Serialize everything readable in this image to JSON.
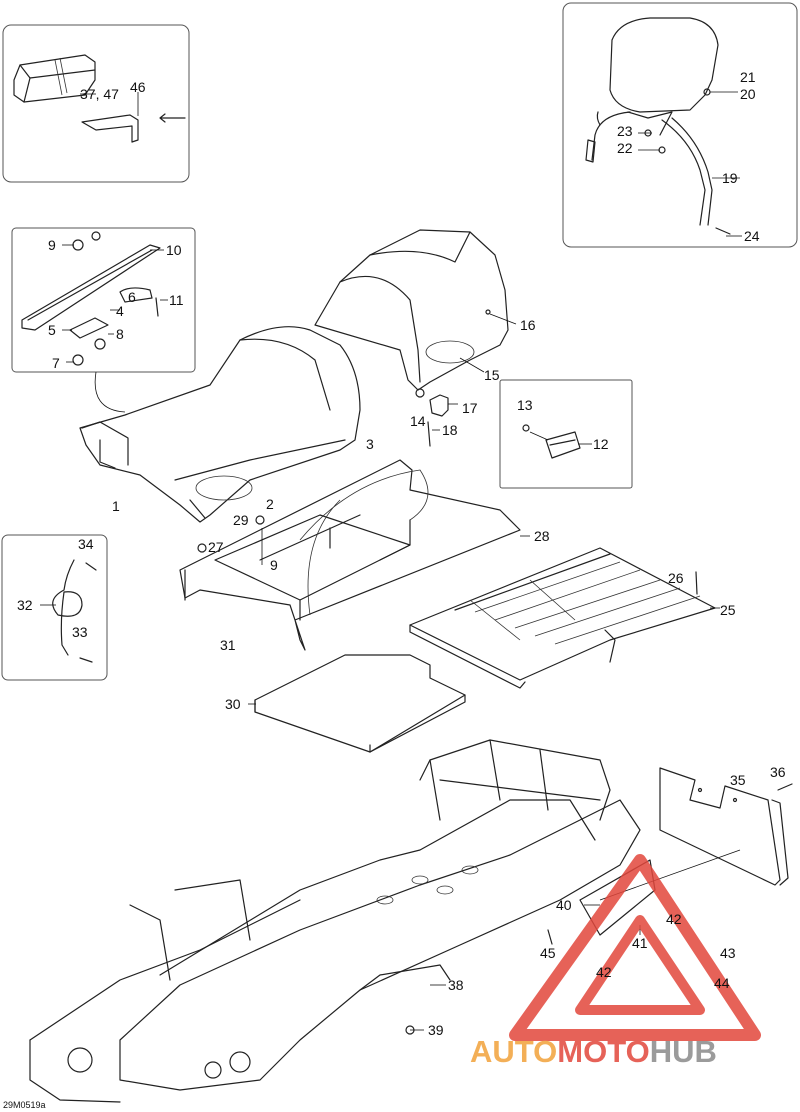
{
  "diagram_code": "29M0519a",
  "watermark": {
    "text_part1": "AUTO",
    "text_part2": "MOTO",
    "text_part3": "HUB",
    "color_orange": "#f2a23a",
    "color_red": "#e2473c",
    "color_dark": "#8a8a8a"
  },
  "labels": {
    "l1": "1",
    "l2": "2",
    "l3": "3",
    "l4": "4",
    "l5": "5",
    "l6": "6",
    "l7": "7",
    "l8": "8",
    "l9a": "9",
    "l9b": "9",
    "l10": "10",
    "l11": "11",
    "l12": "12",
    "l13": "13",
    "l14": "14",
    "l15": "15",
    "l16": "16",
    "l17": "17",
    "l18": "18",
    "l19": "19",
    "l20": "20",
    "l21": "21",
    "l22": "22",
    "l23": "23",
    "l24": "24",
    "l25": "25",
    "l26": "26",
    "l27": "27",
    "l28": "28",
    "l29": "29",
    "l30": "30",
    "l31": "31",
    "l32": "32",
    "l33": "33",
    "l34": "34",
    "l35": "35",
    "l36": "36",
    "l37_47": "37, 47",
    "l38": "38",
    "l39": "39",
    "l40": "40",
    "l41": "41",
    "l42a": "42",
    "l42b": "42",
    "l43": "43",
    "l44": "44",
    "l45": "45",
    "l46": "46"
  }
}
